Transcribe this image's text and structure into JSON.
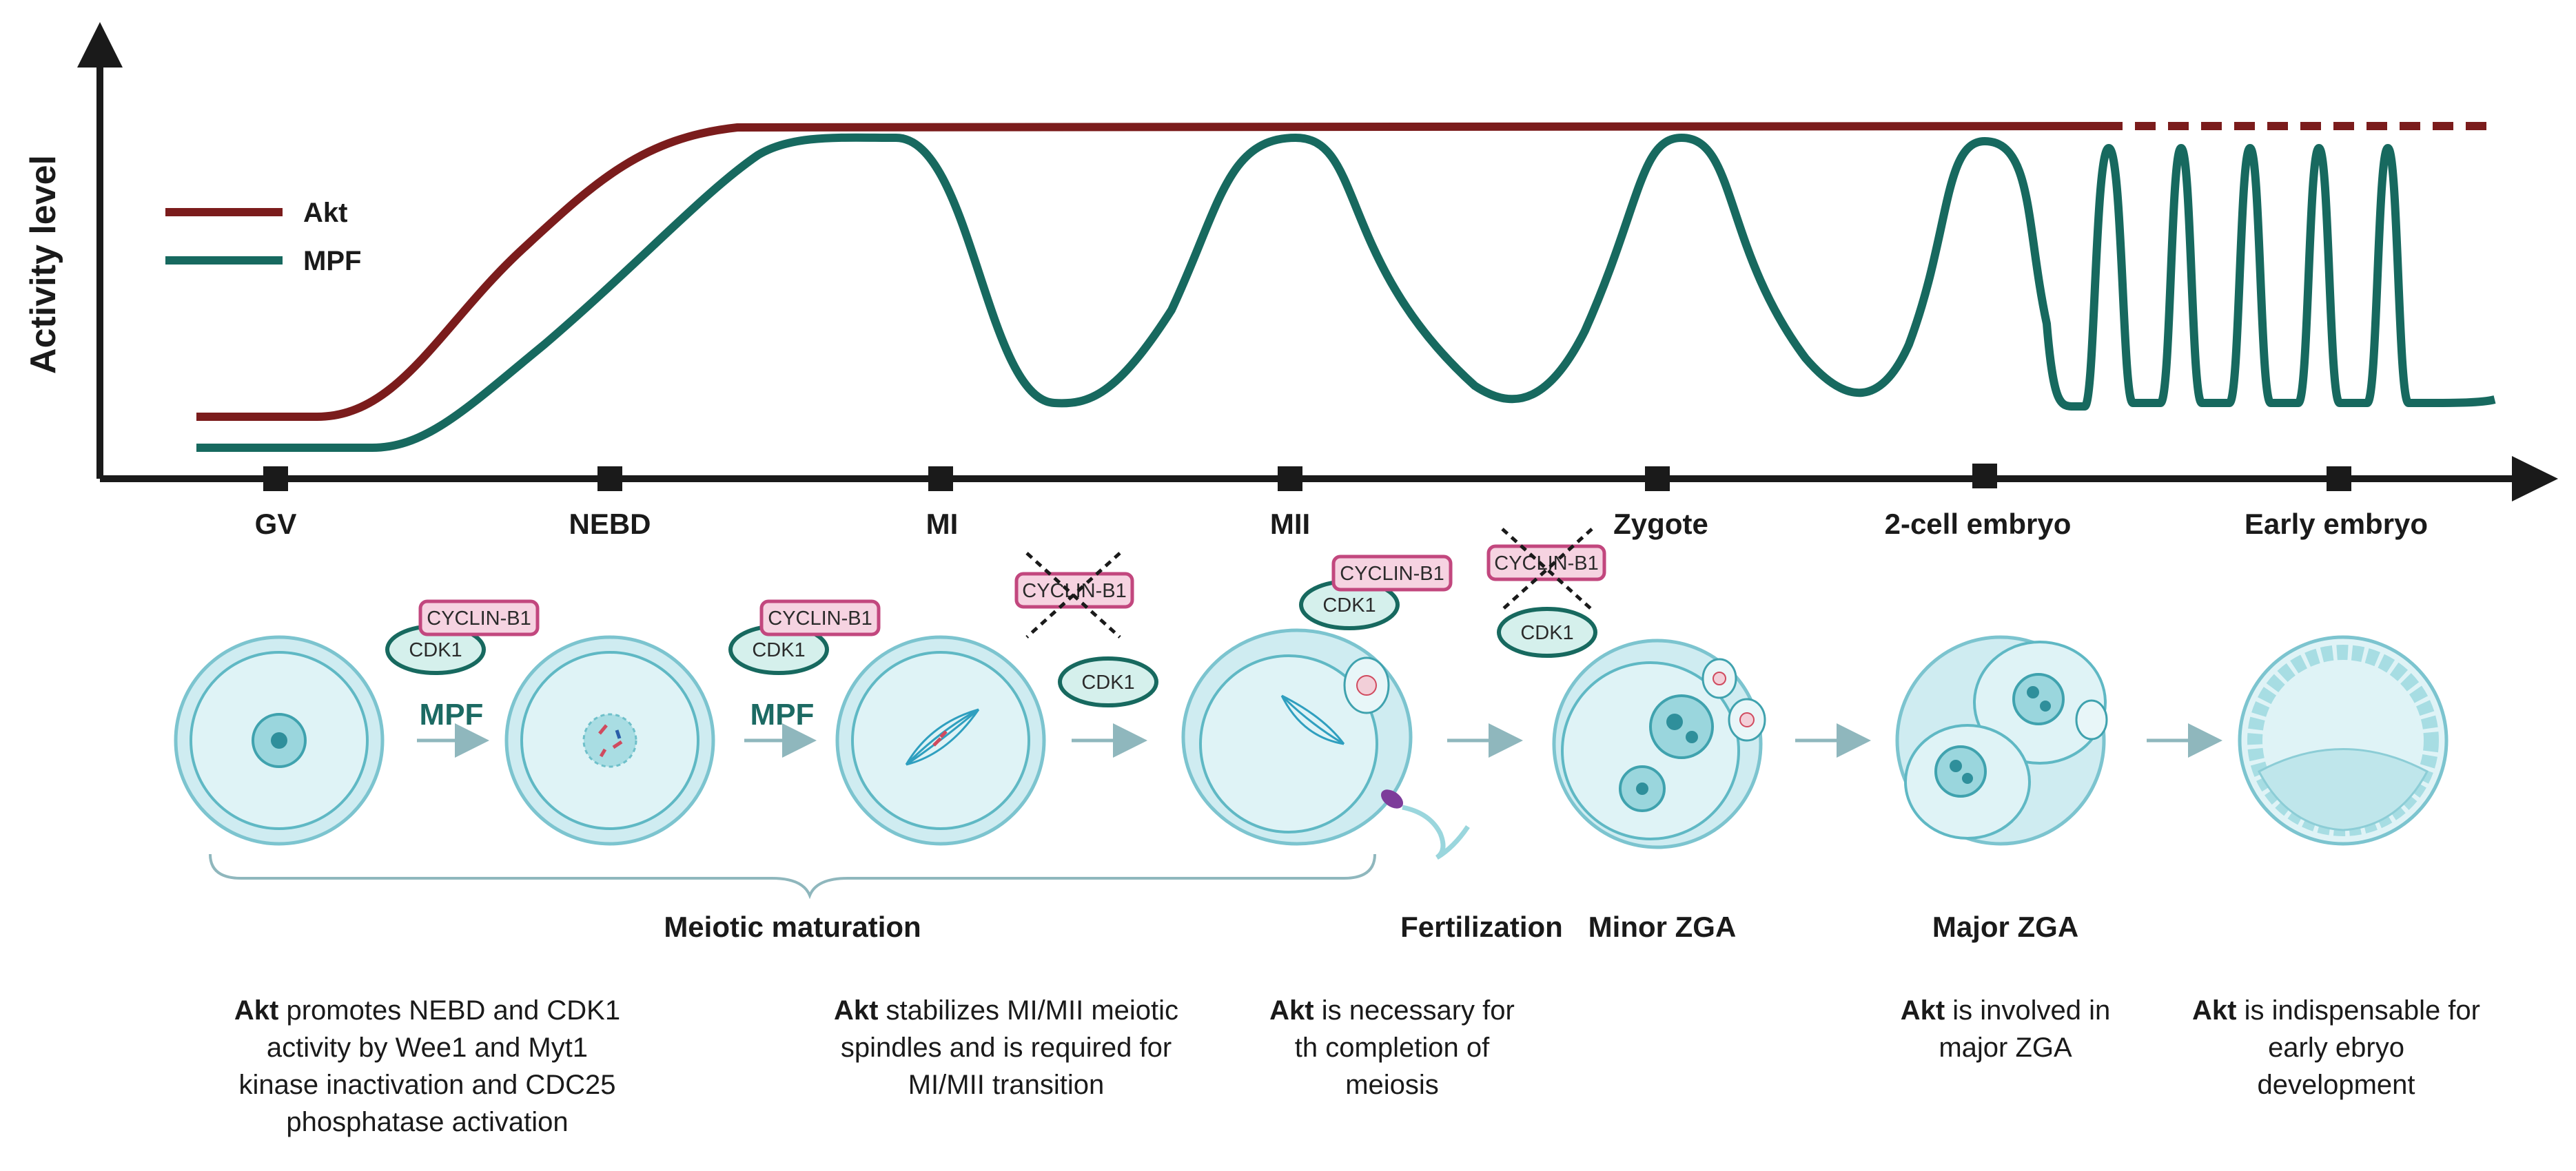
{
  "chart": {
    "ylabel": "Activity level",
    "legend": [
      {
        "name": "Akt",
        "color": "#7b1c1c"
      },
      {
        "name": "MPF",
        "color": "#17695f"
      }
    ],
    "stages": [
      "GV",
      "NEBD",
      "MI",
      "MII",
      "Zygote",
      "2-cell embryo",
      "Early embryo"
    ]
  },
  "proteins": {
    "cyclin": "CYCLIN-B1",
    "cdk": "CDK1",
    "mpf": "MPF"
  },
  "processes": {
    "meiotic": "Meiotic maturation",
    "fertilization": "Fertilization",
    "minor_zga": "Minor ZGA",
    "major_zga": "Major ZGA"
  },
  "notes": [
    {
      "bold": "Akt",
      "lines": [
        " promotes NEBD and CDK1",
        "activity by Wee1 and Myt1",
        "kinase inactivation and CDC25",
        "phosphatase activation"
      ]
    },
    {
      "bold": "Akt",
      "lines": [
        " stabilizes MI/MII meiotic",
        "spindles and is required for",
        "MI/MII transition"
      ]
    },
    {
      "bold": "Akt",
      "lines": [
        " is necessary for",
        "th completion of",
        "meiosis"
      ]
    },
    {
      "bold": "Akt",
      "lines": [
        " is involved in",
        "major ZGA"
      ]
    },
    {
      "bold": "Akt",
      "lines": [
        " is indispensable for",
        "early ebryo",
        "development"
      ]
    }
  ],
  "colors": {
    "cell_fill": "#d3eef2",
    "cell_stroke": "#5fb8c4",
    "cyclin_fill": "#f6d3e1",
    "cyclin_stroke": "#c2477e",
    "cdk_fill": "#d5f0ec",
    "cdk_stroke": "#17695f"
  }
}
